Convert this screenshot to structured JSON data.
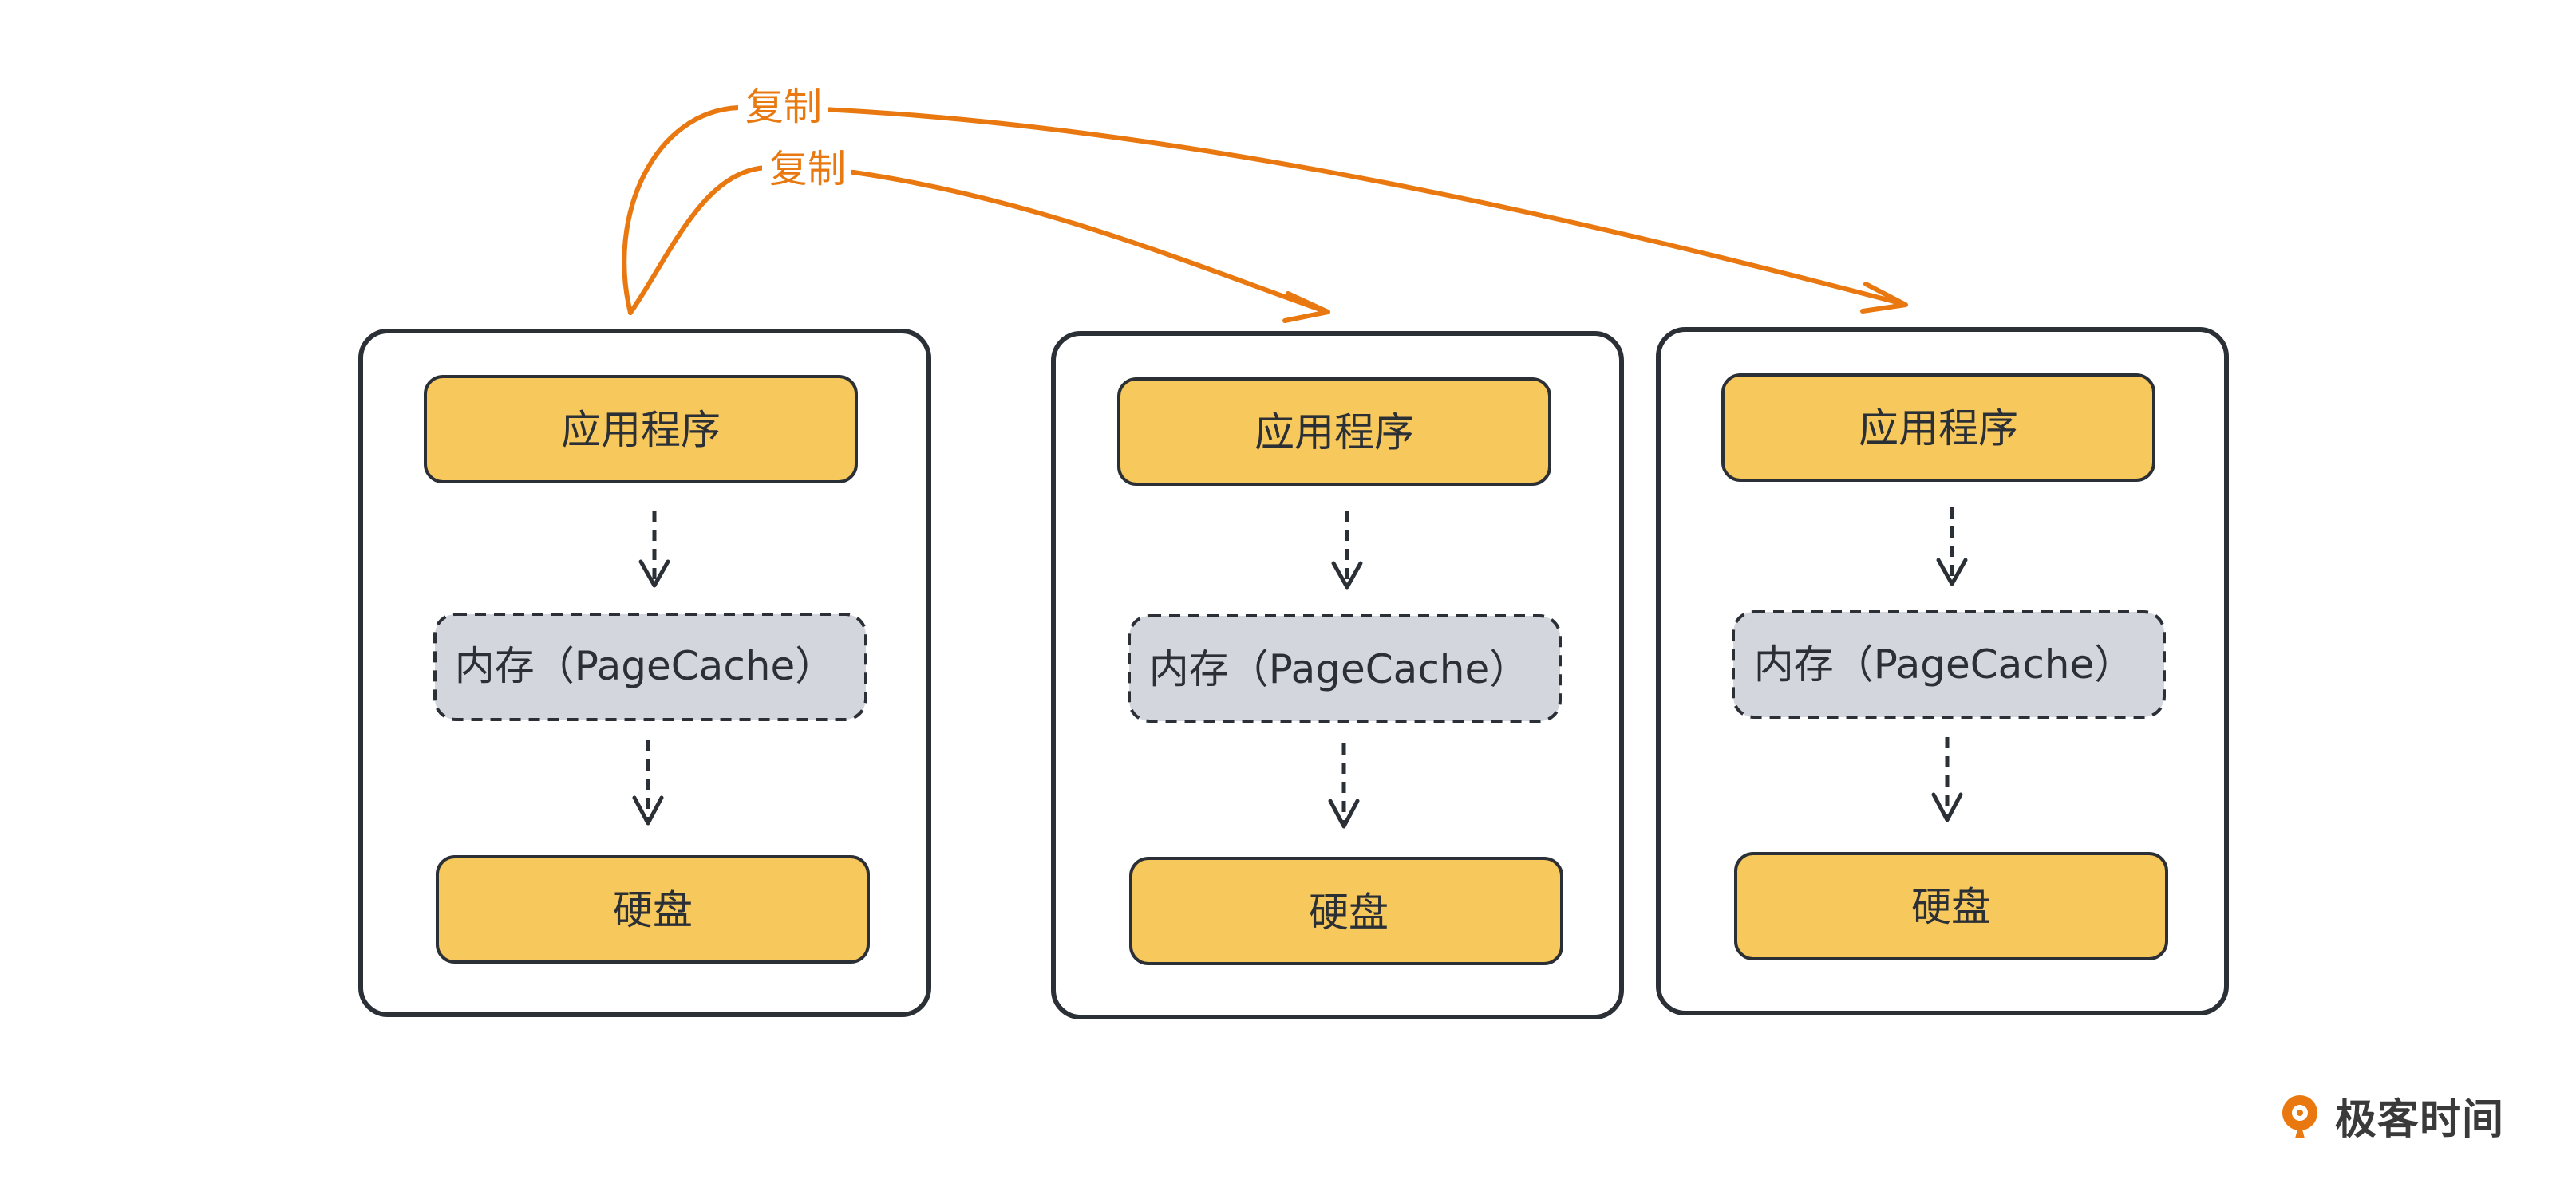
{
  "colors": {
    "outline": "#2b2f36",
    "app_fill": "#f7c85c",
    "memory_fill": "#d3d6dd",
    "disk_fill": "#f7c85c",
    "arrow": "#e8780f",
    "brand_icon": "#e8780f"
  },
  "arrow_labels": [
    "复制",
    "复制"
  ],
  "nodes": [
    {
      "app_label": "应用程序",
      "memory_label": "内存（PageCache）",
      "disk_label": "硬盘"
    },
    {
      "app_label": "应用程序",
      "memory_label": "内存（PageCache）",
      "disk_label": "硬盘"
    },
    {
      "app_label": "应用程序",
      "memory_label": "内存（PageCache）",
      "disk_label": "硬盘"
    }
  ],
  "brand": {
    "icon": "geektime-logo-icon",
    "name": "极客时间"
  }
}
